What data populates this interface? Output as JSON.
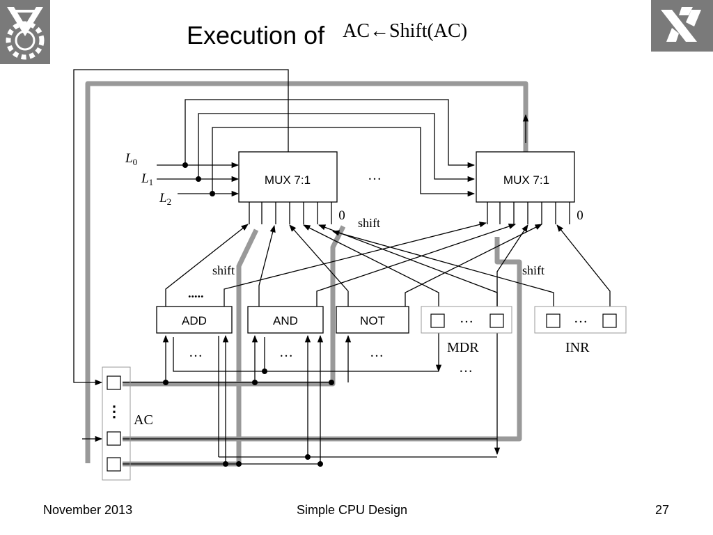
{
  "title": {
    "text": "Execution of",
    "formula": "AC←Shift(AC)"
  },
  "footer": {
    "date": "November 2013",
    "center": "Simple CPU Design",
    "page": "27"
  },
  "logos": {
    "left": "technion-emblem-icon",
    "right": "hebrew-letters-logo-icon",
    "logo_color": "#7a7a7a"
  },
  "diagram": {
    "mux_left": "MUX 7:1",
    "mux_right": "MUX 7:1",
    "alu_blocks": [
      "ADD",
      "AND",
      "NOT"
    ],
    "select_labels": [
      "L",
      "L",
      "L"
    ],
    "select_subscripts": [
      "0",
      "1",
      "2"
    ],
    "shift_label": "shift",
    "zero_label": "0",
    "ellipsis": "…",
    "vertical_ellipsis": "⋮",
    "dash_ellipsis": ".....",
    "mdr_label": "MDR",
    "inr_label": "INR",
    "ac_label": "AC",
    "highlight_color": "#999999"
  }
}
